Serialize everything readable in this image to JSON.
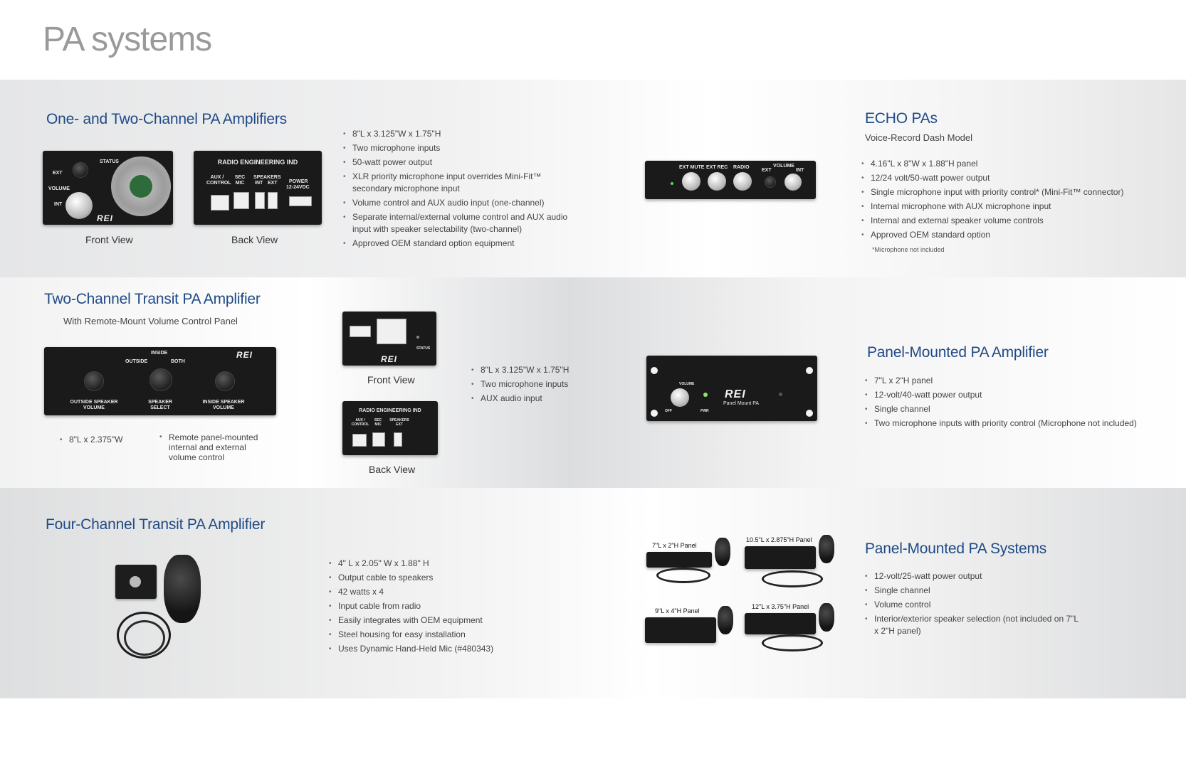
{
  "page": {
    "title": "PA systems"
  },
  "one_two_channel": {
    "heading": "One- and Two-Channel PA Amplifiers",
    "front_caption": "Front View",
    "back_caption": "Back View",
    "front_labels": {
      "status": "STATUS",
      "ext": "EXT",
      "volume": "VOLUME",
      "int": "INT",
      "brand": "REI"
    },
    "back_labels": {
      "title": "RADIO ENGINEERING IND",
      "aux": "AUX / CONTROL",
      "sec": "SEC MIC",
      "speakers": "SPEAKERS",
      "int": "INT",
      "ext": "EXT",
      "power": "POWER",
      "power_v": "12-24VDC"
    },
    "bullets": [
      "8\"L x 3.125\"W x 1.75\"H",
      "Two microphone inputs",
      "50-watt power output",
      "XLR priority microphone input overrides Mini-Fit™ secondary microphone input",
      "Volume control and AUX audio input (one-channel)",
      "Separate internal/external volume control and AUX audio input with speaker selectability (two-channel)",
      "Approved OEM standard option equipment"
    ]
  },
  "echo": {
    "heading": "ECHO PAs",
    "subheading": "Voice-Record Dash Model",
    "device_labels": {
      "ext_mute": "EXT MUTE",
      "ext_rec": "EXT REC",
      "radio": "RADIO",
      "ext": "EXT",
      "volume": "VOLUME",
      "int": "INT"
    },
    "bullets": [
      "4.16\"L x 8\"W x 1.88\"H panel",
      "12/24 volt/50-watt power output",
      "Single microphone input with priority control* (Mini-Fit™ connector)",
      "Internal microphone with AUX microphone input",
      "Internal and external speaker volume controls",
      "Approved OEM standard option"
    ],
    "note": "*Microphone not included"
  },
  "transit_two": {
    "heading": "Two-Channel Transit PA Amplifier",
    "subheading": "With Remote-Mount Volume Control Panel",
    "panel_labels": {
      "inside": "INSIDE",
      "outside": "OUTSIDE",
      "both": "BOTH",
      "outside_vol": "OUTSIDE SPEAKER VOLUME",
      "select": "SPEAKER SELECT",
      "inside_vol": "INSIDE SPEAKER VOLUME",
      "brand": "REI"
    },
    "panel_bullet_1": "8\"L x 2.375\"W",
    "panel_bullet_2": "Remote panel-mounted internal and external volume control",
    "front_caption": "Front View",
    "back_caption": "Back View",
    "front_labels": {
      "status": "STATUS",
      "brand": "REI"
    },
    "back_labels": {
      "title": "RADIO ENGINEERING IND",
      "aux": "AUX / CONTROL",
      "sec": "SEC MIC",
      "speakers": "SPEAKERS EXT"
    },
    "bullets": [
      "8\"L x 3.125\"W x 1.75\"H",
      "Two microphone inputs",
      "AUX audio input"
    ]
  },
  "panel_mounted_amp": {
    "heading": "Panel-Mounted PA Amplifier",
    "device_labels": {
      "volume": "VOLUME",
      "off": "OFF",
      "pwr": "PWR",
      "brand": "REI",
      "model": "Panel Mount PA"
    },
    "bullets": [
      "7\"L x 2\"H panel",
      "12-volt/40-watt power output",
      "Single channel",
      "Two microphone inputs with priority control (Microphone not included)"
    ]
  },
  "four_channel": {
    "heading": "Four-Channel Transit PA Amplifier",
    "bullets": [
      "4\" L x 2.05\" W x 1.88\" H",
      "Output cable to speakers",
      "42 watts x 4",
      "Input cable from radio",
      "Easily integrates with OEM equipment",
      "Steel housing for easy installation",
      "Uses Dynamic Hand-Held Mic (#480343)"
    ]
  },
  "panel_systems": {
    "heading": "Panel-Mounted PA Systems",
    "variants": [
      "7\"L x 2\"H Panel",
      "10.5\"L x 2.875\"H Panel",
      "9\"L x 4\"H Panel",
      "12\"L x 3.75\"H Panel"
    ],
    "bullets": [
      "12-volt/25-watt power output",
      "Single channel",
      "Volume control",
      "Interior/exterior speaker selection (not included on 7\"L x 2\"H panel)"
    ]
  },
  "colors": {
    "heading": "#1f4a86",
    "title": "#9a9a9a",
    "device": "#1a1a1b"
  }
}
